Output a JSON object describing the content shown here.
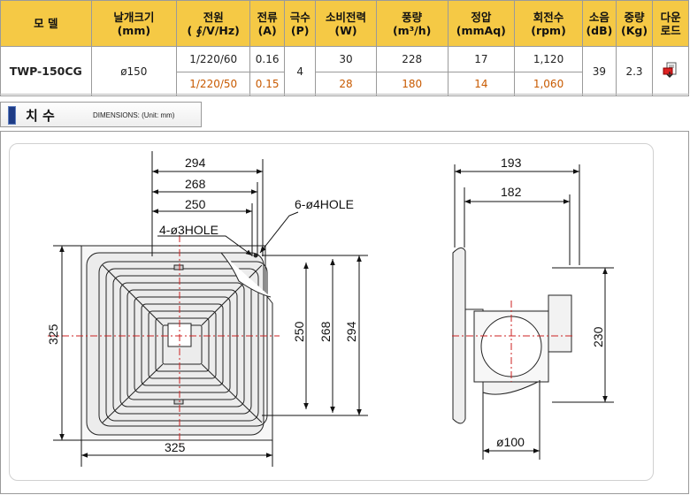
{
  "table": {
    "headers": [
      {
        "l1": "모 델",
        "l2": ""
      },
      {
        "l1": "날개크기",
        "l2": "(mm)"
      },
      {
        "l1": "전원",
        "l2": "( ∮/V/Hz)"
      },
      {
        "l1": "전류",
        "l2": "(A)"
      },
      {
        "l1": "극수",
        "l2": "(P)"
      },
      {
        "l1": "소비전력",
        "l2": "(W)"
      },
      {
        "l1": "풍량",
        "l2": "(m³/h)"
      },
      {
        "l1": "정압",
        "l2": "(mmAq)"
      },
      {
        "l1": "회전수",
        "l2": "(rpm)"
      },
      {
        "l1": "소음",
        "l2": "(dB)"
      },
      {
        "l1": "중량",
        "l2": "(Kg)"
      },
      {
        "l1": "다운",
        "l2": "로드"
      }
    ],
    "model": "TWP-150CG",
    "blade_size": "ø150",
    "poles": "4",
    "noise": "39",
    "weight": "2.3",
    "download_icon": "download-file-icon",
    "rows": [
      {
        "power": "1/220/60",
        "current": "0.16",
        "watts": "30",
        "airflow": "228",
        "pressure": "17",
        "rpm": "1,120"
      },
      {
        "power": "1/220/50",
        "current": "0.15",
        "watts": "28",
        "airflow": "180",
        "pressure": "14",
        "rpm": "1,060"
      }
    ]
  },
  "dimensions": {
    "title": "치 수",
    "subtitle": "DIMENSIONS: (Unit: mm)"
  },
  "drawing": {
    "front": {
      "d294": "294",
      "d268": "268",
      "d250": "250",
      "hole6": "6-ø4HOLE",
      "hole4": "4-ø3HOLE",
      "v325": "325",
      "v250": "250",
      "v268": "268",
      "v294": "294",
      "h325": "325"
    },
    "side": {
      "d193": "193",
      "d182": "182",
      "v230": "230",
      "d100": "ø100"
    }
  },
  "colors": {
    "header_bg": "#f5c945",
    "alt_text": "#c85a00",
    "center_line": "#cc2222"
  }
}
